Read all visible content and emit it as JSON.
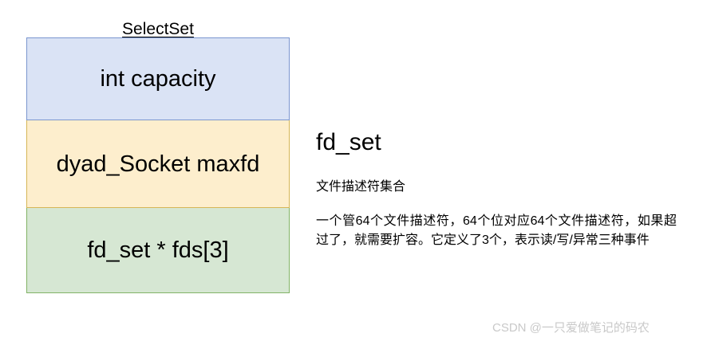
{
  "diagram": {
    "title": "SelectSet",
    "fields": [
      {
        "label": "int capacity",
        "fill": "#dae3f5",
        "stroke": "#7b96cf"
      },
      {
        "label": "dyad_Socket maxfd",
        "fill": "#fdeecd",
        "stroke": "#d6b656"
      },
      {
        "label": "fd_set * fds[3]",
        "fill": "#d6e7d3",
        "stroke": "#82b366"
      }
    ]
  },
  "note": {
    "heading": "fd_set",
    "subtitle": "文件描述符集合",
    "body": "一个管64个文件描述符，64个位对应64个文件描述符，如果超过了，就需要扩容。它定义了3个，表示读/写/异常三种事件"
  },
  "watermark": {
    "text": "CSDN @一只爱做笔记的码农",
    "color": "#c9c9c9"
  }
}
